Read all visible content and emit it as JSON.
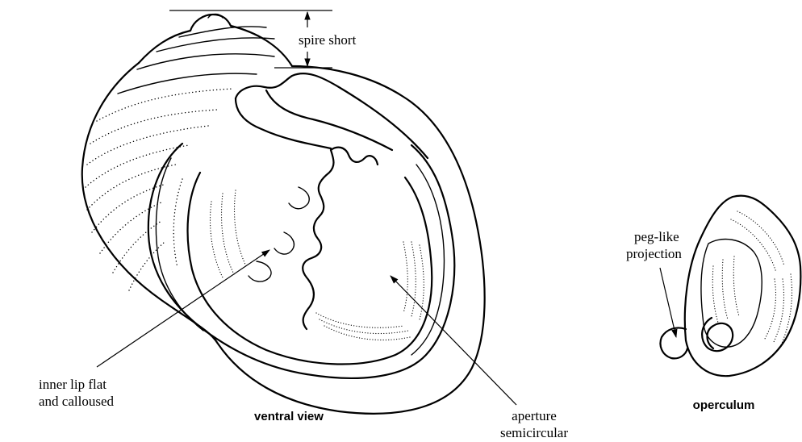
{
  "labels": {
    "spire": "spire short",
    "inner_lip_line1": "inner lip flat",
    "inner_lip_line2": "and calloused",
    "aperture_line1": "aperture",
    "aperture_line2": "semicircular",
    "peg_line1": "peg-like",
    "peg_line2": "projection"
  },
  "captions": {
    "ventral": "ventral view",
    "operculum": "operculum"
  }
}
